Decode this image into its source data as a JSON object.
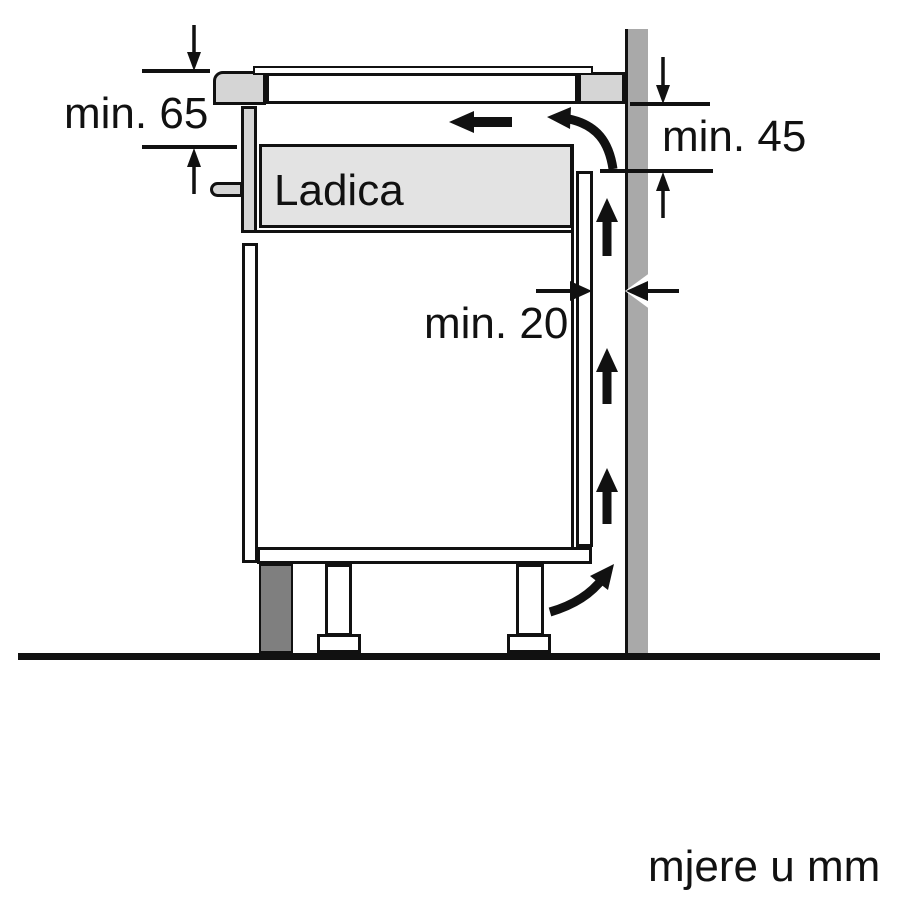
{
  "diagram": {
    "title": "hob installation side-section diagram",
    "drawer_label": "Ladica",
    "units_note": "mjere u mm",
    "dimensions": {
      "front_clearance": "min. 65",
      "wall_vent_clearance": "min. 45",
      "rear_air_gap": "min. 20"
    },
    "colors": {
      "wall_gray": "#A9A9A9",
      "worktop_gray": "#D5D5D5",
      "drawer_gray": "#E3E3E3",
      "plinth_gray": "#7F7F7F",
      "line_black": "#111111",
      "background": "#FFFFFF"
    },
    "airflow": {
      "channel_arrows_count": 3,
      "direction": "up wall channel, over drawer to front, in at plinth"
    }
  }
}
